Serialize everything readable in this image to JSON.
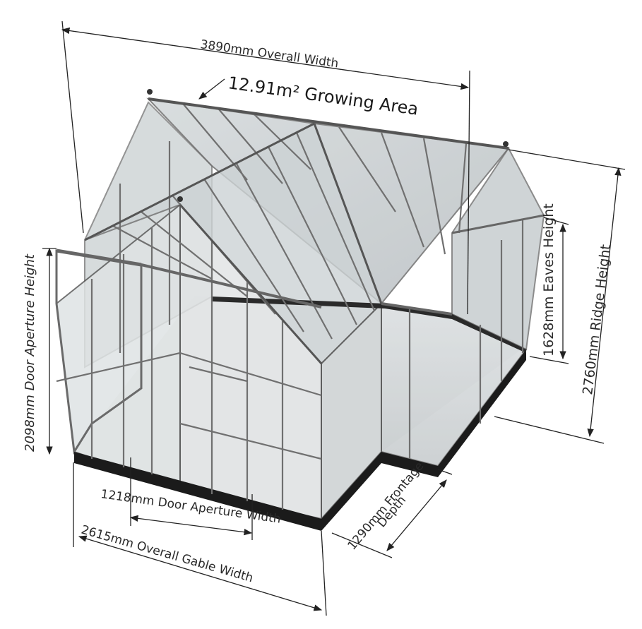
{
  "labels": {
    "overall_width": "3890mm Overall Width",
    "growing_area": "12.91m² Growing Area",
    "door_aperture_height": "2098mm Door Aperture Height",
    "eaves_height": "1628mm Eaves Height",
    "ridge_height": "2760mm Ridge Height",
    "door_aperture_width": "1218mm Door Aperture Width",
    "overall_gable_width": "2615mm Overall Gable Width",
    "frontage_depth_line1": "1290mm Frontage",
    "frontage_depth_line2": "Depth"
  },
  "colors": {
    "frame": "#6f6f6f",
    "frame_dark": "#4a4a4a",
    "glass_light": "#e6e9ea",
    "glass_mid": "#cfd4d6",
    "glass_dark": "#b6bcbf",
    "base": "#1b1b1b",
    "floor": "#dcdcdc",
    "dimension_line": "#222222"
  }
}
